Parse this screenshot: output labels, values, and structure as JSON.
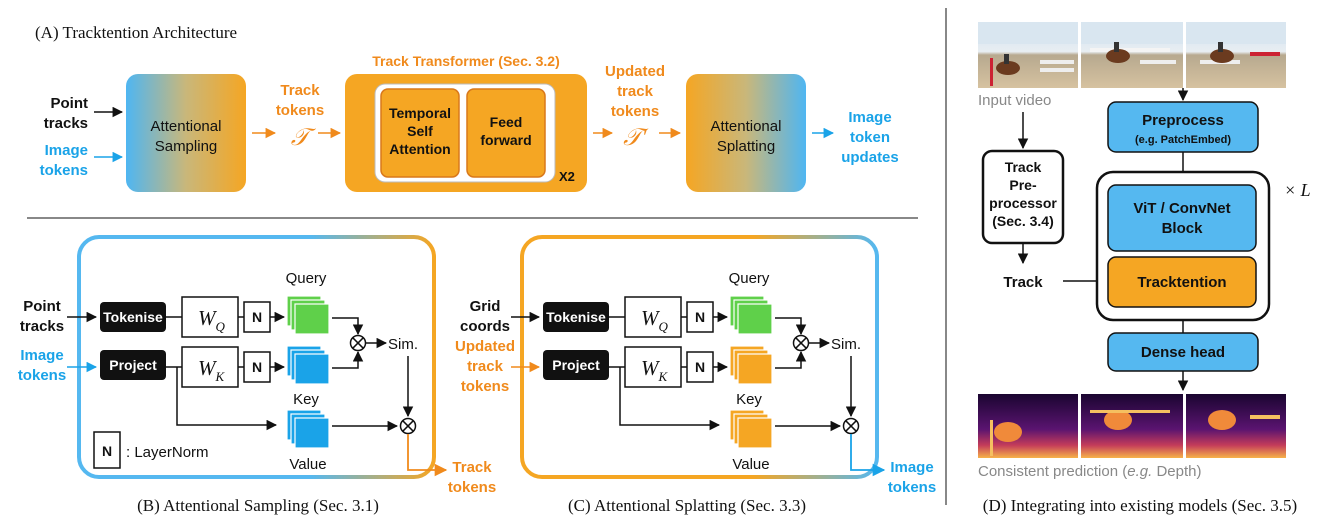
{
  "colors": {
    "blue": "#1aa3e8",
    "orange": "#f08a1c",
    "amber": "#f5a623",
    "light_blue": "#55b8f0",
    "green": "#5fd04a",
    "black": "#111111"
  },
  "icons": [
    "otimes-icon",
    "tensor-stack-icon"
  ],
  "panel_a": {
    "title": "(A) Tracktention Architecture",
    "input_point": [
      "Point",
      "tracks"
    ],
    "input_image": [
      "Image",
      "tokens"
    ],
    "sampling_box": [
      "Attentional",
      "Sampling"
    ],
    "track_tokens": [
      "Track",
      "tokens"
    ],
    "track_symbol": "𝒯",
    "transformer_title": "Track Transformer (Sec. 3.2)",
    "temporal_attention": [
      "Temporal",
      "Self",
      "Attention"
    ],
    "feed_forward": [
      "Feed",
      "forward"
    ],
    "repeat": "X2",
    "updated_tokens": [
      "Updated",
      "track",
      "tokens"
    ],
    "track_symbol_prime": "𝒯′",
    "splatting_box": [
      "Attentional",
      "Splatting"
    ],
    "output": [
      "Image",
      "token",
      "updates"
    ]
  },
  "panel_b": {
    "caption": "(B) Attentional Sampling (Sec. 3.1)",
    "input_point": [
      "Point",
      "tracks"
    ],
    "input_image": [
      "Image",
      "tokens"
    ],
    "tokenise": "Tokenise",
    "project": "Project",
    "wq": "W",
    "wq_sub": "Q",
    "wk": "W",
    "wk_sub": "K",
    "norm": "N",
    "query": "Query",
    "key": "Key",
    "value": "Value",
    "sim": "Sim.",
    "legend_norm": "N",
    "legend_label": ": LayerNorm",
    "output": [
      "Track",
      "tokens"
    ]
  },
  "panel_c": {
    "caption": "(C) Attentional Splatting (Sec. 3.3)",
    "input_grid": [
      "Grid",
      "coords"
    ],
    "input_updated": [
      "Updated",
      "track",
      "tokens"
    ],
    "tokenise": "Tokenise",
    "project": "Project",
    "wq": "W",
    "wq_sub": "Q",
    "wk": "W",
    "wk_sub": "K",
    "norm": "N",
    "query": "Query",
    "key": "Key",
    "value": "Value",
    "sim": "Sim.",
    "output": [
      "Image",
      "tokens"
    ]
  },
  "panel_d": {
    "caption": "(D) Integrating into existing models (Sec. 3.5)",
    "input_video": "Input video",
    "preprocess": "Preprocess",
    "preprocess_sub": "(e.g. PatchEmbed)",
    "track_preprocessor": [
      "Track",
      "Pre-",
      "processor",
      "(Sec. 3.4)"
    ],
    "track": "Track",
    "vit_block": [
      "ViT / ConvNet",
      "Block"
    ],
    "tracktention": "Tracktention",
    "repeat": "× L",
    "dense_head": "Dense head",
    "prediction_prefix": "Consistent prediction (",
    "prediction_eg": "e.g.",
    "prediction_suffix": " Depth)"
  }
}
